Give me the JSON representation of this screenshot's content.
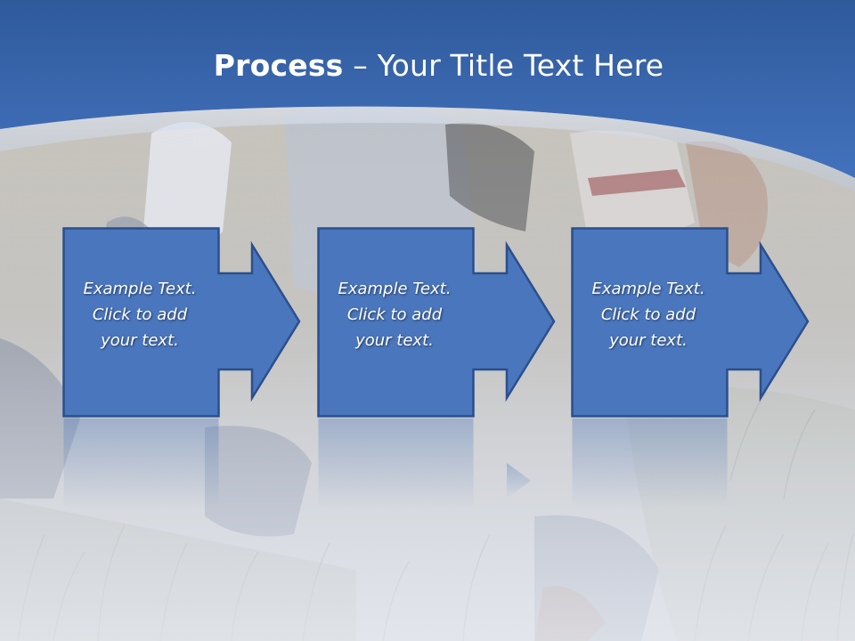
{
  "slide": {
    "title_bold": "Process",
    "title_rest": " – Your Title Text Here",
    "colors": {
      "header_blue": "#3d6cb5",
      "box_fill": "#4a76bd",
      "box_border": "#2b4f8c"
    }
  },
  "steps": [
    {
      "line1": "Example Text.",
      "line2": "Click  to add",
      "line3": "your text."
    },
    {
      "line1": "Example Text.",
      "line2": "Click  to add",
      "line3": "your text."
    },
    {
      "line1": "Example Text.",
      "line2": "Click  to add",
      "line3": "your text."
    }
  ]
}
